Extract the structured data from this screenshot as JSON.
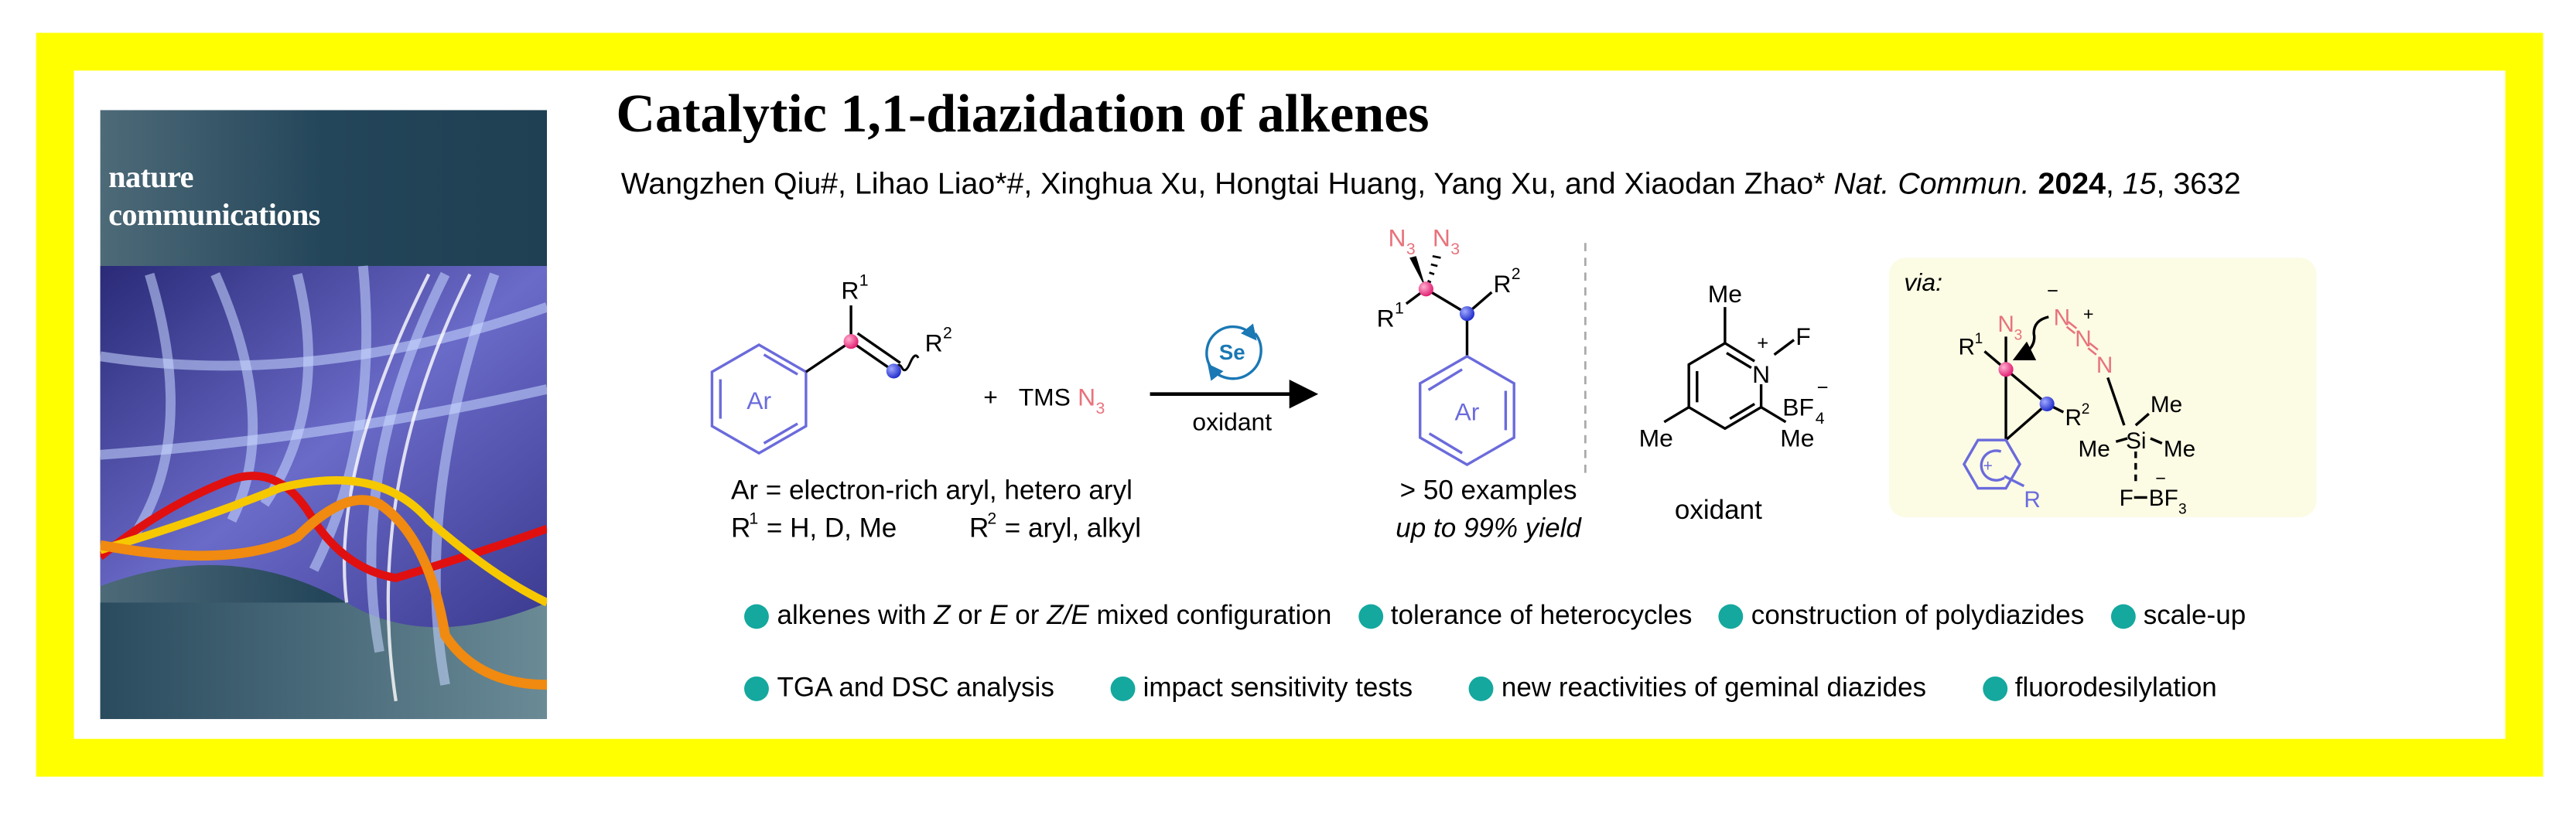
{
  "colors": {
    "frame": "#ffff00",
    "bullet": "#14a89e",
    "aryl": "#6b6bdc",
    "azide": "#e8727c",
    "catalyst": "#1a78b4",
    "pink_atom": "#e0186e",
    "blue_atom": "#2233cc",
    "via_bg": "#fcfbe4"
  },
  "cover": {
    "line1": "nature",
    "line2": "communications"
  },
  "title": "Catalytic 1,1-diazidation of alkenes",
  "authors": {
    "names": "Wangzhen Qiu#, Lihao Liao*#, Xinghua Xu, Hongtai Huang, Yang Xu, and Xiaodan Zhao*",
    "journal": "Nat. Commun.",
    "year": "2024",
    "volume": "15",
    "pages": "3632",
    "sep": ", "
  },
  "scheme": {
    "R": "R",
    "one": "1",
    "two": "2",
    "Ar": "Ar",
    "plus": "+",
    "TMS": "TMS",
    "N": "N",
    "three": "3",
    "catalyst": "Se",
    "reagent": "oxidant",
    "substrate_note_1": "Ar = electron-rich aryl, hetero aryl",
    "substrate_note_2a": " = H, D, Me",
    "substrate_note_2b": " = aryl, alkyl",
    "examples": "> 50 examples",
    "yield": "up to 99% yield",
    "oxidant": {
      "Me": "Me",
      "N": "N",
      "F": "F",
      "charge_plus": "+",
      "BF": "BF",
      "four": "4",
      "charge_minus": "−",
      "label": "oxidant"
    },
    "via": {
      "label": "via:",
      "Si": "Si",
      "Me": "Me",
      "F": "F",
      "BF": "BF",
      "three": "3",
      "minus": "−",
      "plus": "+",
      "R": "R"
    }
  },
  "bullets": {
    "b1": [
      "alkenes with ",
      "Z",
      " or ",
      "E",
      " or ",
      "Z/E",
      " mixed configuration"
    ],
    "b2": "tolerance of heterocycles",
    "b3": "construction of polydiazides",
    "b4": "scale-up",
    "b5": "TGA and DSC analysis",
    "b6": "impact sensitivity tests",
    "b7": "new reactivities of geminal diazides",
    "b8": "fluorodesilylation"
  }
}
